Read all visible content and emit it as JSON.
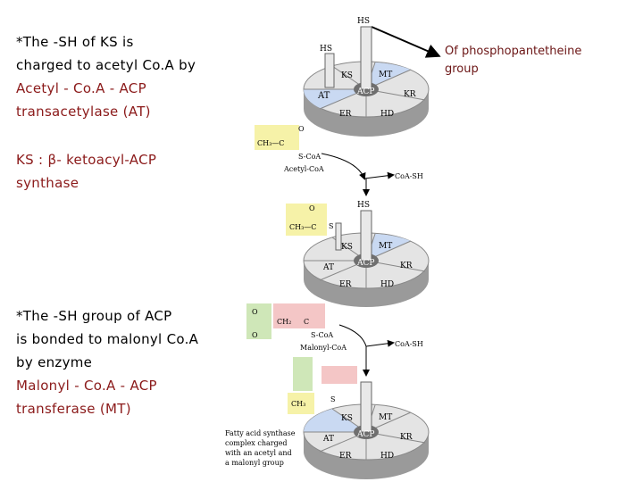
{
  "left_text": {
    "block1_line1": " *The -SH of  KS  is",
    "block1_line2": "charged to acetyl Co.A by",
    "block1_line3": "Acetyl - Co.A - ACP",
    "block1_line4": "transacetylase  (AT)",
    "block2_line1": "KS : β- ketoacyl-ACP",
    "block2_line2": "synthase",
    "block3_line1": " *The -SH group of  ACP",
    "block3_line2": "is bonded to malonyl Co.A",
    "block3_line3": "by enzyme",
    "block3_line4": "Malonyl - Co.A - ACP",
    "block3_line5": "transferase (MT)"
  },
  "right_note": {
    "line1": "Of phosphopantetheine",
    "line2": "group"
  },
  "diagram": {
    "wheel_labels": {
      "ks": "KS",
      "mt": "MT",
      "at": "AT",
      "acp": "ACP",
      "kr": "KR",
      "er": "ER",
      "hd": "HD"
    },
    "hs_left": "HS",
    "hs_top": "HS",
    "hs_mid": "HS",
    "acetyl_group": "CH₃—C",
    "acetyl_o": "O",
    "acetyl_s": "S",
    "s_coa_1": "S-CoA",
    "acetyl_coa": "Acetyl-CoA",
    "coa_sh_1": "CoA-SH",
    "malonyl_o1": "O",
    "malonyl_o2": "O",
    "malonyl_ch2": "CH₂",
    "malonyl_c": "C",
    "s_coa_2": "S-CoA",
    "malonyl_coa": "Malonyl-CoA",
    "coa_sh_2": "CoA-SH",
    "bottom_ch3": "CH₃",
    "bottom_s": "S",
    "caption_line1": "Fatty acid synthase",
    "caption_line2": "complex charged",
    "caption_line3": "with an acetyl and",
    "caption_line4": "a malonyl group"
  },
  "colors": {
    "wheel_top": "#e4e4e4",
    "wheel_side": "#a8a8a8",
    "at_blue": "#c9d9f2",
    "mt_blue": "#c9d9f2",
    "yellow_box": "#f6f2a8",
    "pink_box": "#f4c6c6",
    "green_box": "#cfe7b8",
    "note_color": "#6b1515",
    "left_red": "#8b1a1a"
  }
}
